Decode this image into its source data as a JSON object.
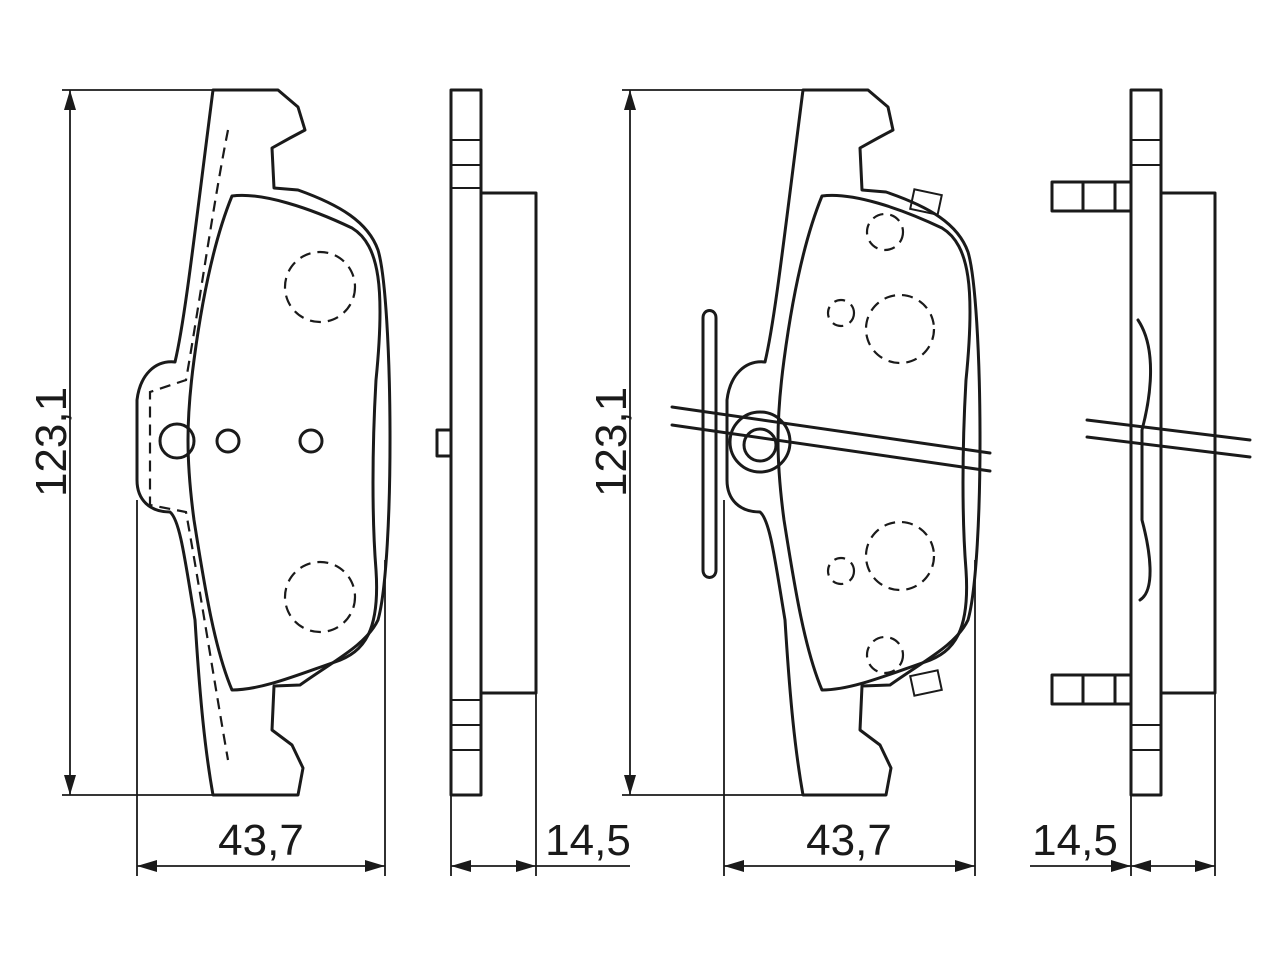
{
  "dimensions": {
    "height_left": "123,1",
    "width_left": "43,7",
    "thickness_left": "14,5",
    "height_right": "123,1",
    "width_right": "43,7",
    "thickness_right": "14,5"
  },
  "colors": {
    "line": "#1a1a1a",
    "background": "#ffffff"
  }
}
